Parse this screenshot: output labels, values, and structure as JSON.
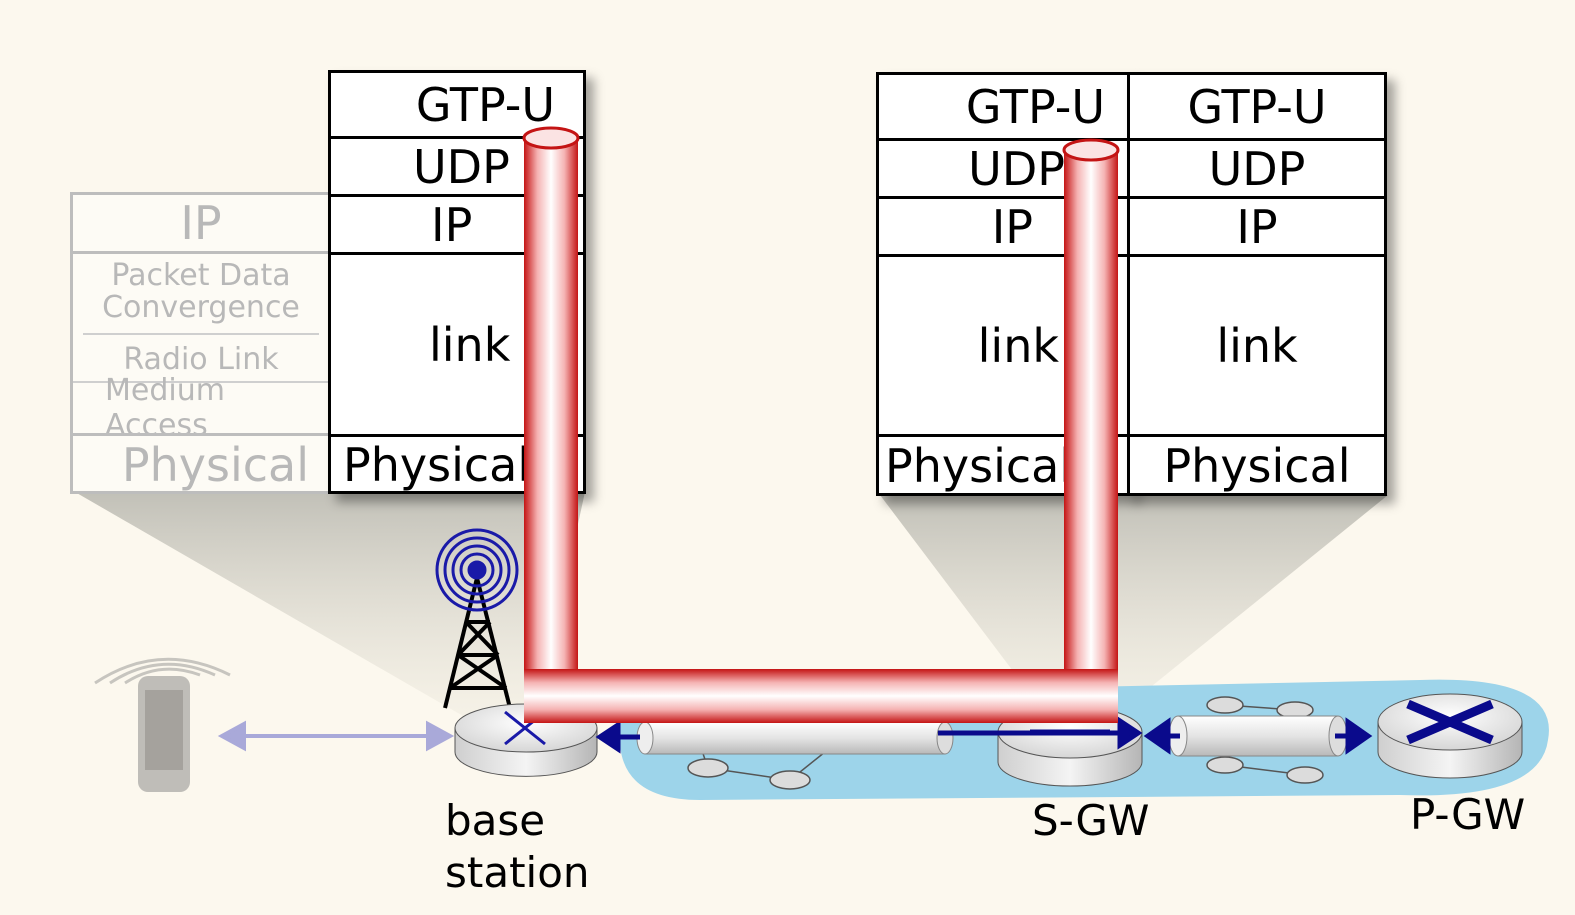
{
  "faded_stack": {
    "ip": "IP",
    "pdcp_line1": "Packet Data",
    "pdcp_line2": "Convergence",
    "rlc": "Radio Link",
    "mac": "Medium Access",
    "physical": "Physical"
  },
  "base_station_stack": [
    "GTP-U",
    "UDP",
    "IP",
    "link",
    "Physical"
  ],
  "sgw_stack_left": [
    "GTP-U",
    "UDP",
    "IP",
    "link",
    "Physical"
  ],
  "sgw_stack_right": [
    "GTP-U",
    "UDP",
    "IP",
    "link",
    "Physical"
  ],
  "nodes": {
    "base_station_line1": "base",
    "base_station_line2": "station",
    "sgw": "S-GW",
    "pgw": "P-GW"
  },
  "colors": {
    "tunnel": "#d21b1b",
    "network_cloud": "#9dd4ea",
    "router_icon": "#0a0a8c",
    "arrow_faded": "#a9a9d9",
    "background": "#fcf8ee"
  }
}
